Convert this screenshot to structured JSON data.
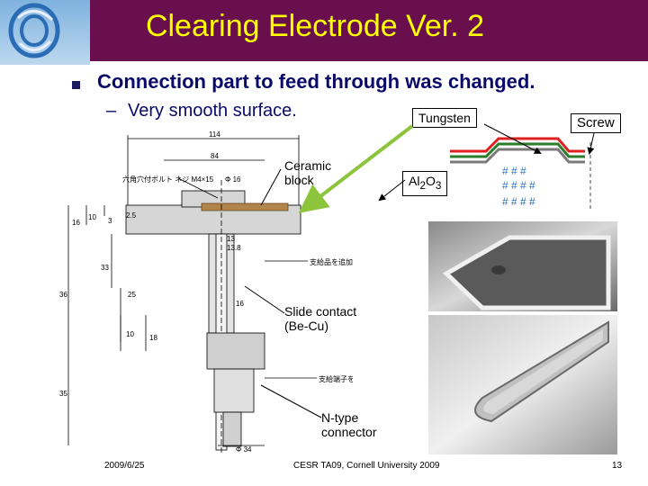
{
  "title": "Clearing Electrode Ver. 2",
  "bullet": "Connection part to feed through was changed.",
  "subbullet_dash": "–",
  "subbullet": "Very smooth surface.",
  "labels": {
    "tungsten": "Tungsten",
    "screw": "Screw",
    "ceramic_block": [
      "Ceramic",
      "block"
    ],
    "al2o3_base": "Al",
    "al2o3_sub": "2",
    "al2o3_o": "O",
    "al2o3_sub2": "3",
    "slide_contact": [
      "Slide contact",
      "(Be-Cu)"
    ],
    "ntype": [
      "N-type",
      "connector"
    ]
  },
  "drawing_dims": {
    "top": "114",
    "second": "84",
    "screw_note": "六角穴付ボルト ネジ M4×15",
    "phi16": "Φ 16",
    "d10": "10",
    "d3": "3",
    "d16": "16",
    "d25": "2.5",
    "d13": "13",
    "d33": "33",
    "d25b": "25",
    "d36": "36",
    "d138": "13.8",
    "support_note": "支給品を追加工",
    "d10b": "10",
    "d18": "18",
    "d16b": "16",
    "d35": "35",
    "terminal_note": "支給端子を追加工",
    "bottom": "Φ 34"
  },
  "footer": {
    "date": "2009/6/25",
    "conf": "CESR TA09, Cornell University 2009",
    "page": "13"
  },
  "colors": {
    "title_bg": "#6a0f4e",
    "title_text": "#ffff00",
    "body_text": "#0a0a6a",
    "arrow_green": "#8cc43c"
  }
}
